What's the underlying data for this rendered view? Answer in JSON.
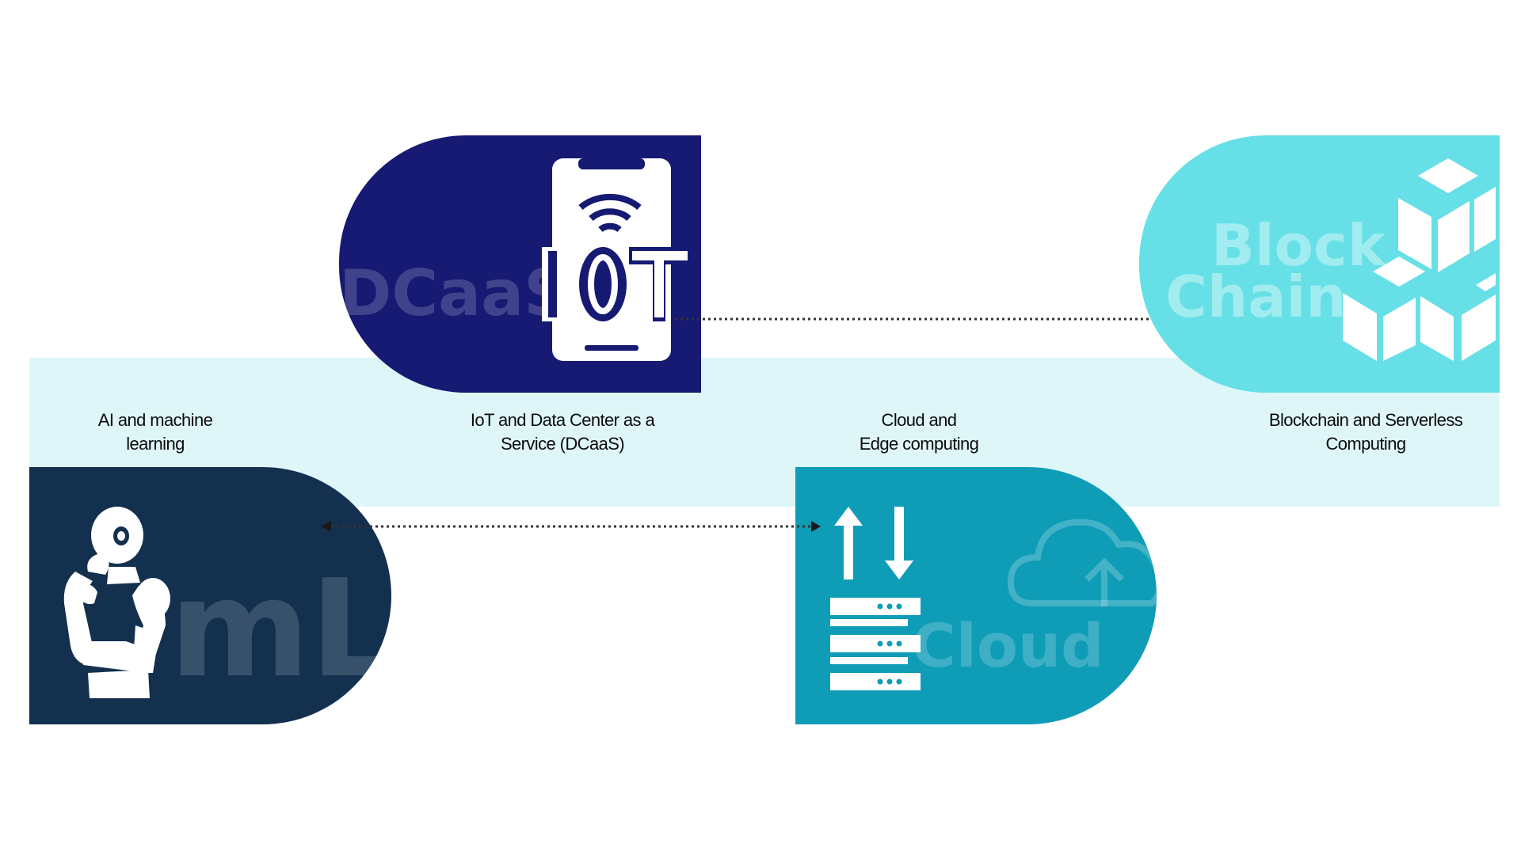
{
  "colors": {
    "band": "#dff6f9",
    "iot": "#161a72",
    "blockchain": "#66e0e6",
    "ml": "#13304f",
    "cloud": "#0f9cb7",
    "connector": "#333333"
  },
  "cards": {
    "iot": {
      "watermark": "DCaaS",
      "icon": "iot-phone-icon"
    },
    "blockchain": {
      "watermark_line1": "Block",
      "watermark_line2": "Chain",
      "icon": "blockchain-cubes-icon"
    },
    "ml": {
      "watermark": "mL",
      "icon": "thinking-robot-icon"
    },
    "cloud": {
      "watermark": "Cloud",
      "icon": "server-upload-download-icon"
    }
  },
  "labels": {
    "ai": {
      "line1": "AI and machine",
      "line2": "learning"
    },
    "iot": {
      "line1": "IoT and Data Center as a",
      "line2": "Service (DCaaS)"
    },
    "cloud": {
      "line1": "Cloud and",
      "line2": "Edge computing"
    },
    "blockchain": {
      "line1": "Blockchain and Serverless",
      "line2": "Computing"
    }
  }
}
